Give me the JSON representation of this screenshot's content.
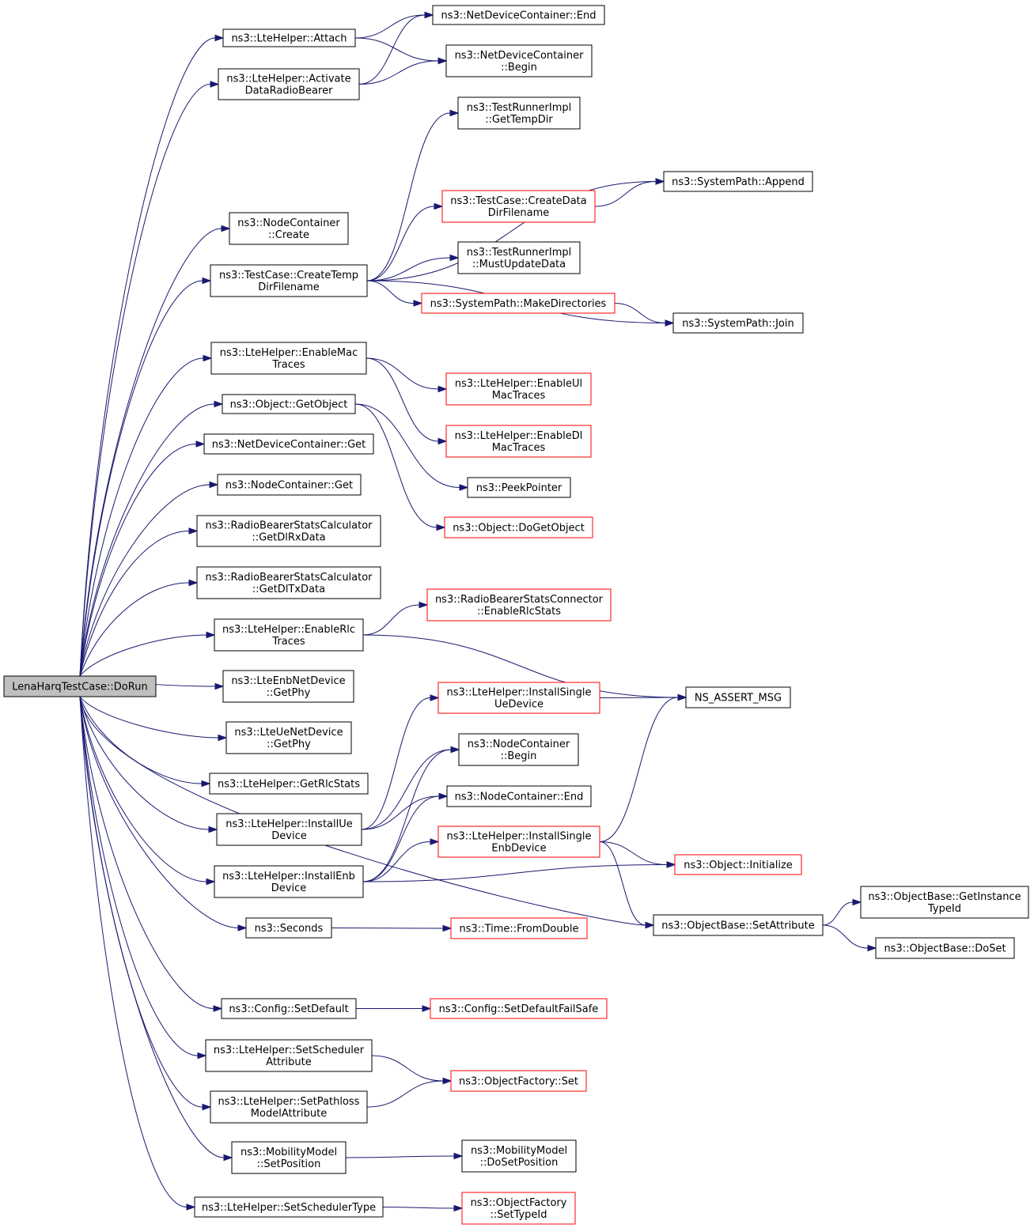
{
  "root": "LenaHarqTestCase::DoRun",
  "nodes": {
    "root": {
      "lines": [
        "LenaHarqTestCase::DoRun"
      ],
      "red": false
    },
    "attach": {
      "lines": [
        "ns3::LteHelper::Attach"
      ],
      "red": false
    },
    "activate": {
      "lines": [
        "ns3::LteHelper::Activate",
        "DataRadioBearer"
      ],
      "red": false
    },
    "ndcEnd": {
      "lines": [
        "ns3::NetDeviceContainer::End"
      ],
      "red": false
    },
    "ndcBegin": {
      "lines": [
        "ns3::NetDeviceContainer",
        "::Begin"
      ],
      "red": false
    },
    "trGetTempDir": {
      "lines": [
        "ns3::TestRunnerImpl",
        "::GetTempDir"
      ],
      "red": false
    },
    "spAppend": {
      "lines": [
        "ns3::SystemPath::Append"
      ],
      "red": false
    },
    "tcCreateData": {
      "lines": [
        "ns3::TestCase::CreateData",
        "DirFilename"
      ],
      "red": true
    },
    "ncCreate": {
      "lines": [
        "ns3::NodeContainer",
        "::Create"
      ],
      "red": false
    },
    "tcCreateTemp": {
      "lines": [
        "ns3::TestCase::CreateTemp",
        "DirFilename"
      ],
      "red": false
    },
    "trMustUpdate": {
      "lines": [
        "ns3::TestRunnerImpl",
        "::MustUpdateData"
      ],
      "red": false
    },
    "spMakeDirs": {
      "lines": [
        "ns3::SystemPath::MakeDirectories"
      ],
      "red": true
    },
    "spJoin": {
      "lines": [
        "ns3::SystemPath::Join"
      ],
      "red": false
    },
    "enableMac": {
      "lines": [
        "ns3::LteHelper::EnableMac",
        "Traces"
      ],
      "red": false
    },
    "enableUlMac": {
      "lines": [
        "ns3::LteHelper::EnableUl",
        "MacTraces"
      ],
      "red": true
    },
    "enableDlMac": {
      "lines": [
        "ns3::LteHelper::EnableDl",
        "MacTraces"
      ],
      "red": true
    },
    "getObject": {
      "lines": [
        "ns3::Object::GetObject"
      ],
      "red": false
    },
    "peekPointer": {
      "lines": [
        "ns3::PeekPointer"
      ],
      "red": false
    },
    "doGetObject": {
      "lines": [
        "ns3::Object::DoGetObject"
      ],
      "red": true
    },
    "ndcGet": {
      "lines": [
        "ns3::NetDeviceContainer::Get"
      ],
      "red": false
    },
    "ncGet": {
      "lines": [
        "ns3::NodeContainer::Get"
      ],
      "red": false
    },
    "getDlRx": {
      "lines": [
        "ns3::RadioBearerStatsCalculator",
        "::GetDlRxData"
      ],
      "red": false
    },
    "getDlTx": {
      "lines": [
        "ns3::RadioBearerStatsCalculator",
        "::GetDlTxData"
      ],
      "red": false
    },
    "enableRlcStats": {
      "lines": [
        "ns3::RadioBearerStatsConnector",
        "::EnableRlcStats"
      ],
      "red": true
    },
    "enableRlc": {
      "lines": [
        "ns3::LteHelper::EnableRlc",
        "Traces"
      ],
      "red": false
    },
    "nsAssert": {
      "lines": [
        "NS_ASSERT_MSG"
      ],
      "red": false
    },
    "enbGetPhy": {
      "lines": [
        "ns3::LteEnbNetDevice",
        "::GetPhy"
      ],
      "red": false
    },
    "ueGetPhy": {
      "lines": [
        "ns3::LteUeNetDevice",
        "::GetPhy"
      ],
      "red": false
    },
    "installSingleUe": {
      "lines": [
        "ns3::LteHelper::InstallSingle",
        "UeDevice"
      ],
      "red": true
    },
    "ncBegin": {
      "lines": [
        "ns3::NodeContainer",
        "::Begin"
      ],
      "red": false
    },
    "getRlcStats": {
      "lines": [
        "ns3::LteHelper::GetRlcStats"
      ],
      "red": false
    },
    "ncEnd": {
      "lines": [
        "ns3::NodeContainer::End"
      ],
      "red": false
    },
    "installUe": {
      "lines": [
        "ns3::LteHelper::InstallUe",
        "Device"
      ],
      "red": false
    },
    "installSingleEnb": {
      "lines": [
        "ns3::LteHelper::InstallSingle",
        "EnbDevice"
      ],
      "red": true
    },
    "initialize": {
      "lines": [
        "ns3::Object::Initialize"
      ],
      "red": true
    },
    "installEnb": {
      "lines": [
        "ns3::LteHelper::InstallEnb",
        "Device"
      ],
      "red": false
    },
    "getInstanceTypeId": {
      "lines": [
        "ns3::ObjectBase::GetInstance",
        "TypeId"
      ],
      "red": false
    },
    "setAttribute": {
      "lines": [
        "ns3::ObjectBase::SetAttribute"
      ],
      "red": false
    },
    "seconds": {
      "lines": [
        "ns3::Seconds"
      ],
      "red": false
    },
    "fromDouble": {
      "lines": [
        "ns3::Time::FromDouble"
      ],
      "red": true
    },
    "doSet": {
      "lines": [
        "ns3::ObjectBase::DoSet"
      ],
      "red": false
    },
    "setDefault": {
      "lines": [
        "ns3::Config::SetDefault"
      ],
      "red": false
    },
    "setDefaultFailSafe": {
      "lines": [
        "ns3::Config::SetDefaultFailSafe"
      ],
      "red": true
    },
    "setSchedAttr": {
      "lines": [
        "ns3::LteHelper::SetScheduler",
        "Attribute"
      ],
      "red": false
    },
    "ofSet": {
      "lines": [
        "ns3::ObjectFactory::Set"
      ],
      "red": true
    },
    "setPathloss": {
      "lines": [
        "ns3::LteHelper::SetPathloss",
        "ModelAttribute"
      ],
      "red": false
    },
    "mmSetPos": {
      "lines": [
        "ns3::MobilityModel",
        "::SetPosition"
      ],
      "red": false
    },
    "mmDoSetPos": {
      "lines": [
        "ns3::MobilityModel",
        "::DoSetPosition"
      ],
      "red": false
    },
    "setSchedType": {
      "lines": [
        "ns3::LteHelper::SetSchedulerType"
      ],
      "red": false
    },
    "ofSetTypeId": {
      "lines": [
        "ns3::ObjectFactory",
        "::SetTypeId"
      ],
      "red": true
    }
  },
  "edges": [
    [
      "root",
      "attach"
    ],
    [
      "root",
      "activate"
    ],
    [
      "root",
      "ncCreate"
    ],
    [
      "root",
      "tcCreateTemp"
    ],
    [
      "root",
      "enableMac"
    ],
    [
      "root",
      "getObject"
    ],
    [
      "root",
      "ndcGet"
    ],
    [
      "root",
      "ncGet"
    ],
    [
      "root",
      "getDlRx"
    ],
    [
      "root",
      "getDlTx"
    ],
    [
      "root",
      "enableRlc"
    ],
    [
      "root",
      "enbGetPhy"
    ],
    [
      "root",
      "ueGetPhy"
    ],
    [
      "root",
      "getRlcStats"
    ],
    [
      "root",
      "installUe"
    ],
    [
      "root",
      "installEnb"
    ],
    [
      "root",
      "seconds"
    ],
    [
      "root",
      "setAttribute"
    ],
    [
      "root",
      "setDefault"
    ],
    [
      "root",
      "setSchedAttr"
    ],
    [
      "root",
      "setPathloss"
    ],
    [
      "root",
      "mmSetPos"
    ],
    [
      "root",
      "setSchedType"
    ],
    [
      "attach",
      "ndcEnd"
    ],
    [
      "attach",
      "ndcBegin"
    ],
    [
      "activate",
      "ndcEnd"
    ],
    [
      "activate",
      "ndcBegin"
    ],
    [
      "tcCreateTemp",
      "trGetTempDir"
    ],
    [
      "tcCreateTemp",
      "spAppend"
    ],
    [
      "tcCreateTemp",
      "tcCreateData"
    ],
    [
      "tcCreateTemp",
      "trMustUpdate"
    ],
    [
      "tcCreateTemp",
      "spMakeDirs"
    ],
    [
      "tcCreateTemp",
      "spJoin"
    ],
    [
      "tcCreateData",
      "spAppend"
    ],
    [
      "spMakeDirs",
      "spJoin"
    ],
    [
      "enableMac",
      "enableUlMac"
    ],
    [
      "enableMac",
      "enableDlMac"
    ],
    [
      "getObject",
      "peekPointer"
    ],
    [
      "getObject",
      "doGetObject"
    ],
    [
      "enableRlc",
      "enableRlcStats"
    ],
    [
      "enableRlc",
      "nsAssert"
    ],
    [
      "installSingleUe",
      "nsAssert"
    ],
    [
      "installUe",
      "installSingleUe"
    ],
    [
      "installUe",
      "ncBegin"
    ],
    [
      "installUe",
      "ncEnd"
    ],
    [
      "installEnb",
      "ncBegin"
    ],
    [
      "installEnb",
      "ncEnd"
    ],
    [
      "installEnb",
      "installSingleEnb"
    ],
    [
      "installEnb",
      "initialize"
    ],
    [
      "installSingleEnb",
      "nsAssert"
    ],
    [
      "installSingleEnb",
      "initialize"
    ],
    [
      "installSingleEnb",
      "setAttribute"
    ],
    [
      "setAttribute",
      "getInstanceTypeId"
    ],
    [
      "setAttribute",
      "doSet"
    ],
    [
      "seconds",
      "fromDouble"
    ],
    [
      "setDefault",
      "setDefaultFailSafe"
    ],
    [
      "setSchedAttr",
      "ofSet"
    ],
    [
      "setPathloss",
      "ofSet"
    ],
    [
      "mmSetPos",
      "mmDoSetPos"
    ],
    [
      "setSchedType",
      "ofSetTypeId"
    ]
  ]
}
